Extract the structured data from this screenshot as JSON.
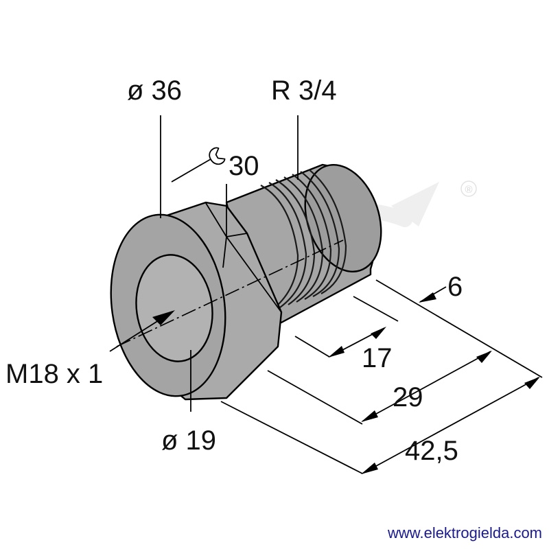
{
  "labels": {
    "hex_diameter": "ø 36",
    "thread_pipe": "R 3/4",
    "wrench_size": "30",
    "inner_thread": "M18 x 1",
    "bore_diameter": "ø 19",
    "dim_thread_length": "17",
    "dim_body_length": "29",
    "dim_total_length": "42,5",
    "dim_end_length": "6"
  },
  "watermark": {
    "registered_mark": "®"
  },
  "footer": {
    "website": "www.elektrogielda.com"
  },
  "colors": {
    "part_fill": "#a9a9a9",
    "part_dark": "#9a9a9a",
    "bore_fill": "#b4b4b4",
    "watermark": "#ececec",
    "url": "#1a1a8c"
  },
  "icons": {
    "wrench": "wrench-icon"
  }
}
